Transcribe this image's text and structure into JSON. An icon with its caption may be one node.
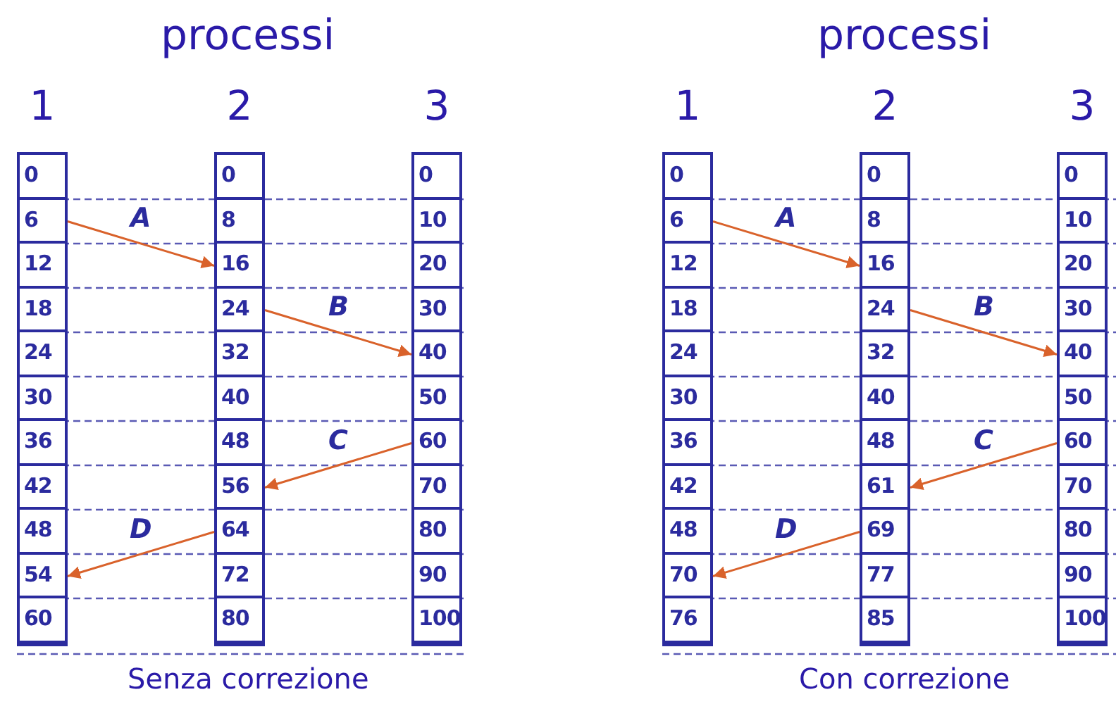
{
  "diagram": {
    "nodes": [
      {
        "text": [
          "1"
        ]
      },
      {
        "text": [
          "0"
        ],
        "in": 0
      },
      {
        "text": [
          "6"
        ],
        "in": 0
      },
      {
        "text": [
          "12"
        ],
        "in": 0
      },
      {
        "text": [
          "18"
        ],
        "in": 0
      },
      {
        "text": [
          "24"
        ],
        "in": 0
      },
      {
        "text": [
          "30"
        ],
        "in": 0
      },
      {
        "text": [
          "36"
        ],
        "in": 0
      },
      {
        "text": [
          "42"
        ],
        "in": 0
      },
      {
        "text": [
          "48"
        ],
        "in": 0
      },
      {
        "text": [
          "54"
        ],
        "in": 0
      },
      {
        "text": [
          "60"
        ],
        "in": 0
      },
      {
        "text": [
          "2"
        ]
      },
      {
        "text": [
          "0"
        ],
        "in": 12
      },
      {
        "text": [
          "8"
        ],
        "in": 12
      },
      {
        "text": [
          "16"
        ],
        "in": 12
      },
      {
        "text": [
          "24"
        ],
        "in": 12
      },
      {
        "text": [
          "32"
        ],
        "in": 12
      },
      {
        "text": [
          "40"
        ],
        "in": 12
      },
      {
        "text": [
          "48"
        ],
        "in": 12
      },
      {
        "text": [
          "56"
        ],
        "in": 12
      },
      {
        "text": [
          "64"
        ],
        "in": 12
      },
      {
        "text": [
          "72"
        ],
        "in": 12
      },
      {
        "text": [
          "80"
        ],
        "in": 12
      },
      {
        "text": [
          "3"
        ]
      },
      {
        "text": [
          "0"
        ],
        "in": 24
      },
      {
        "text": [
          "10"
        ],
        "in": 24
      },
      {
        "text": [
          "20"
        ],
        "in": 24
      },
      {
        "text": [
          "30"
        ],
        "in": 24
      },
      {
        "text": [
          "40"
        ],
        "in": 24
      },
      {
        "text": [
          "50"
        ],
        "in": 24
      },
      {
        "text": [
          "60"
        ],
        "in": 24
      },
      {
        "text": [
          "70"
        ],
        "in": 24
      },
      {
        "text": [
          "80"
        ],
        "in": 24
      },
      {
        "text": [
          "90"
        ],
        "in": 24
      },
      {
        "text": [
          "100"
        ],
        "in": 24
      },
      {
        "text": [
          "1"
        ]
      },
      {
        "text": [
          "0"
        ],
        "in": 36
      },
      {
        "text": [
          "6"
        ],
        "in": 36
      },
      {
        "text": [
          "12"
        ],
        "in": 36
      },
      {
        "text": [
          "18"
        ],
        "in": 36
      },
      {
        "text": [
          "24"
        ],
        "in": 36
      },
      {
        "text": [
          "30"
        ],
        "in": 36
      },
      {
        "text": [
          "36"
        ],
        "in": 36
      },
      {
        "text": [
          "42"
        ],
        "in": 36
      },
      {
        "text": [
          "48"
        ],
        "in": 36
      },
      {
        "text": [
          "70"
        ],
        "in": 36
      },
      {
        "text": [
          "76"
        ],
        "in": 36
      },
      {
        "text": [
          "2"
        ]
      },
      {
        "text": [
          "0"
        ],
        "in": 48
      },
      {
        "text": [
          "8"
        ],
        "in": 48
      },
      {
        "text": [
          "16"
        ],
        "in": 48
      },
      {
        "text": [
          "24"
        ],
        "in": 48
      },
      {
        "text": [
          "32"
        ],
        "in": 48
      },
      {
        "text": [
          "40"
        ],
        "in": 48
      },
      {
        "text": [
          "48"
        ],
        "in": 48
      },
      {
        "text": [
          "61"
        ],
        "in": 48
      },
      {
        "text": [
          "69"
        ],
        "in": 48
      },
      {
        "text": [
          "77"
        ],
        "in": 48
      },
      {
        "text": [
          "85"
        ],
        "in": 48
      },
      {
        "text": [
          "3"
        ]
      },
      {
        "text": [
          "0"
        ],
        "in": 60
      },
      {
        "text": [
          "10"
        ],
        "in": 60
      },
      {
        "text": [
          "20"
        ],
        "in": 60
      },
      {
        "text": [
          "30"
        ],
        "in": 60
      },
      {
        "text": [
          "40"
        ],
        "in": 60
      },
      {
        "text": [
          "50"
        ],
        "in": 60
      },
      {
        "text": [
          "60"
        ],
        "in": 60
      },
      {
        "text": [
          "70"
        ],
        "in": 60
      },
      {
        "text": [
          "80"
        ],
        "in": 60
      },
      {
        "text": [
          "90"
        ],
        "in": 60
      },
      {
        "text": [
          "100"
        ],
        "in": 60
      }
    ],
    "edges": [
      {
        "from": 2,
        "to": 15,
        "arrow": "to",
        "label": "A"
      },
      {
        "from": 16,
        "to": 29,
        "arrow": "to",
        "label": "B"
      },
      {
        "from": 31,
        "to": 20,
        "arrow": "to",
        "label": "C"
      },
      {
        "from": 21,
        "to": 10,
        "arrow": "to",
        "label": "D"
      },
      {
        "from": 38,
        "to": 51,
        "arrow": "to",
        "label": "A"
      },
      {
        "from": 52,
        "to": 65,
        "arrow": "to",
        "label": "B"
      },
      {
        "from": 67,
        "to": 56,
        "arrow": "to",
        "label": "C"
      },
      {
        "from": 57,
        "to": 46,
        "arrow": "to",
        "label": "D"
      }
    ],
    "labels": [
      "processi",
      "processi",
      "Senza correzione",
      "Con correzione"
    ]
  }
}
